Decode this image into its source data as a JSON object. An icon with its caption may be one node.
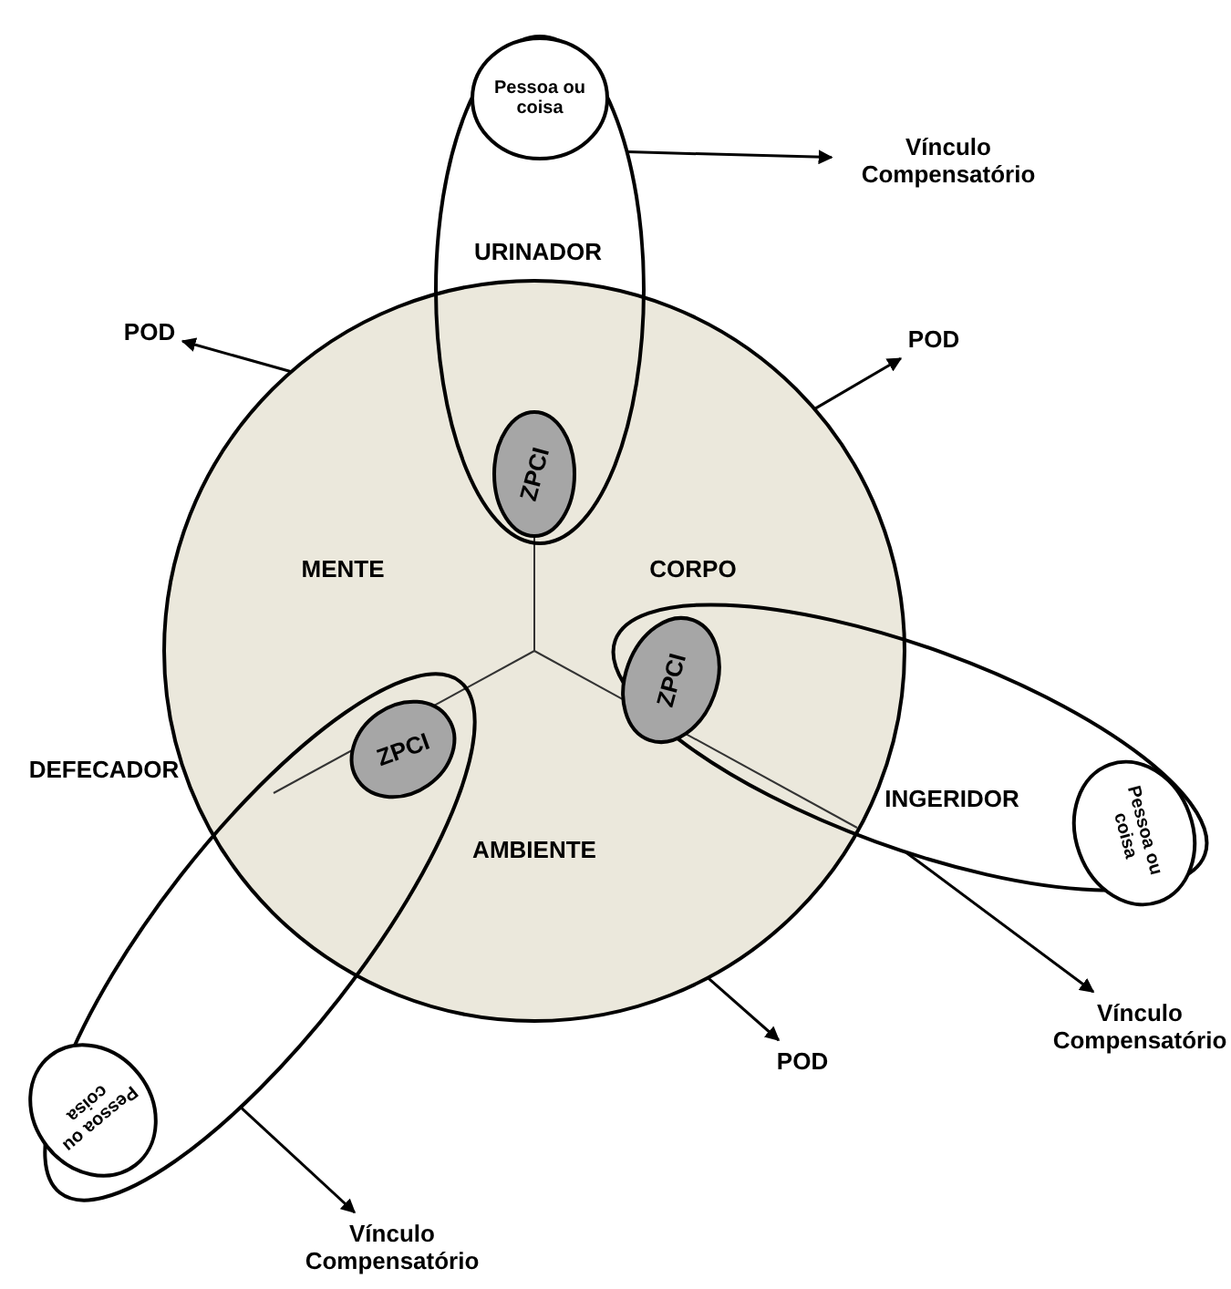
{
  "diagram": {
    "nodes": [
      {
        "text": [],
        "shape": "circle"
      },
      {
        "text": [
          "MENTE"
        ],
        "in": 0
      },
      {
        "text": [
          "CORPO"
        ],
        "in": 0
      },
      {
        "text": [
          "AMBIENTE"
        ],
        "in": 0
      },
      {
        "text": [
          "URINADOR"
        ]
      },
      {
        "text": [
          "Pessoa ou coisa"
        ],
        "in": 4
      },
      {
        "text": [
          "ZPCI"
        ]
      },
      {
        "text": [
          "INGERIDOR"
        ]
      },
      {
        "text": [
          "Pessoa ou coisa"
        ],
        "in": 7
      },
      {
        "text": [
          "ZPCI"
        ]
      },
      {
        "text": [
          "DEFECADOR"
        ]
      },
      {
        "text": [
          "Pessoa ou coisa"
        ],
        "in": 10
      },
      {
        "text": [
          "ZPCI"
        ]
      },
      {
        "text": [
          "POD"
        ]
      },
      {
        "text": [
          "POD"
        ]
      },
      {
        "text": [
          "POD"
        ]
      },
      {
        "text": [
          "Vínculo Compensatório"
        ]
      },
      {
        "text": [
          "Vínculo Compensatório"
        ]
      },
      {
        "text": [
          "Vínculo Compensatório"
        ]
      }
    ],
    "edges": [
      {
        "from": 0,
        "to": 13,
        "arrow": "to"
      },
      {
        "from": 0,
        "to": 14,
        "arrow": "to"
      },
      {
        "from": 0,
        "to": 15,
        "arrow": "to"
      },
      {
        "from": 4,
        "to": 16,
        "arrow": "to"
      },
      {
        "from": 7,
        "to": 17,
        "arrow": "to"
      },
      {
        "from": 10,
        "to": 18,
        "arrow": "to"
      }
    ]
  }
}
